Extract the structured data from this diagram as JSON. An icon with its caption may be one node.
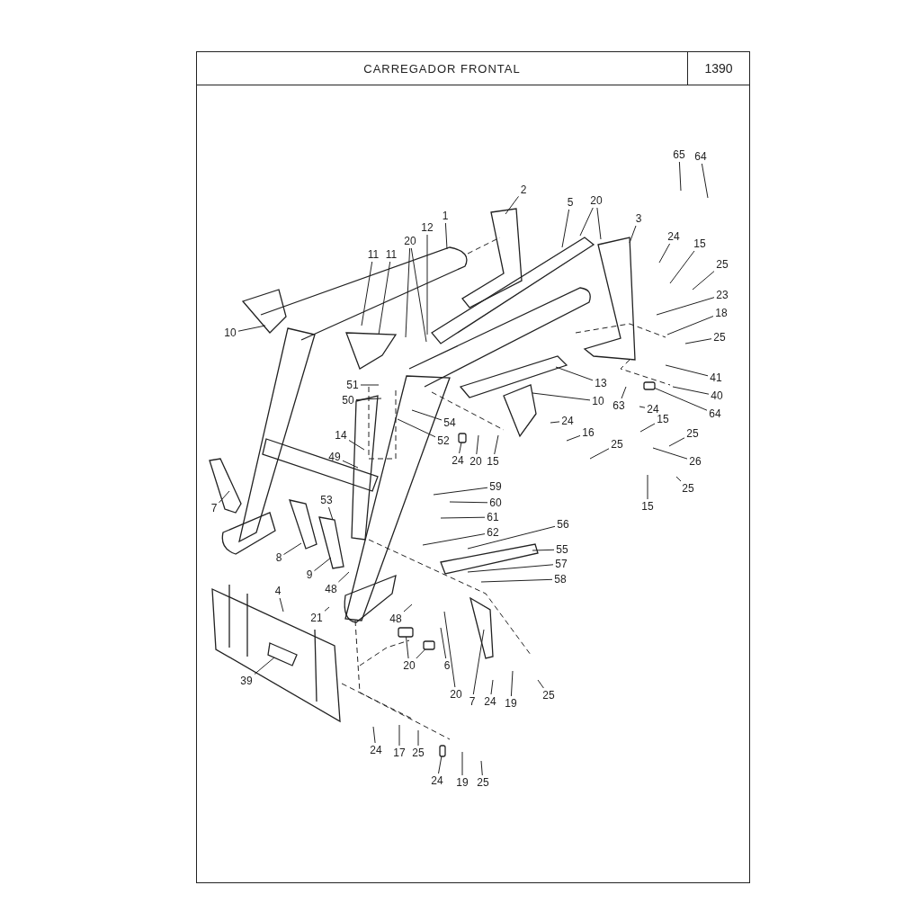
{
  "diagram": {
    "title": "CARREGADOR FRONTAL",
    "nodes": [
      {
        "text": [
          "1"
        ]
      },
      {
        "text": [
          "2"
        ]
      },
      {
        "text": [
          "5"
        ]
      },
      {
        "text": [
          "20"
        ]
      },
      {
        "text": [
          "3"
        ]
      },
      {
        "text": [
          "65"
        ]
      },
      {
        "text": [
          "64"
        ]
      },
      {
        "text": [
          "24"
        ]
      },
      {
        "text": [
          "15"
        ]
      },
      {
        "text": [
          "25"
        ]
      },
      {
        "text": [
          "23"
        ]
      },
      {
        "text": [
          "18"
        ]
      },
      {
        "text": [
          "25"
        ]
      },
      {
        "text": [
          "41"
        ]
      },
      {
        "text": [
          "40"
        ]
      },
      {
        "text": [
          "64"
        ]
      },
      {
        "text": [
          "63"
        ]
      },
      {
        "text": [
          "24"
        ]
      },
      {
        "text": [
          "10"
        ]
      },
      {
        "text": [
          "13"
        ]
      },
      {
        "text": [
          "15"
        ]
      },
      {
        "text": [
          "25"
        ]
      },
      {
        "text": [
          "26"
        ]
      },
      {
        "text": [
          "25"
        ]
      },
      {
        "text": [
          "15"
        ]
      },
      {
        "text": [
          "24"
        ]
      },
      {
        "text": [
          "16"
        ]
      },
      {
        "text": [
          "25"
        ]
      },
      {
        "text": [
          "12"
        ]
      },
      {
        "text": [
          "20"
        ]
      },
      {
        "text": [
          "11"
        ]
      },
      {
        "text": [
          "11"
        ]
      },
      {
        "text": [
          "10"
        ]
      },
      {
        "text": [
          "51"
        ]
      },
      {
        "text": [
          "50"
        ]
      },
      {
        "text": [
          "54"
        ]
      },
      {
        "text": [
          "52"
        ]
      },
      {
        "text": [
          "14"
        ]
      },
      {
        "text": [
          "24"
        ]
      },
      {
        "text": [
          "20"
        ]
      },
      {
        "text": [
          "15"
        ]
      },
      {
        "text": [
          "49"
        ]
      },
      {
        "text": [
          "59"
        ]
      },
      {
        "text": [
          "60"
        ]
      },
      {
        "text": [
          "61"
        ]
      },
      {
        "text": [
          "7"
        ]
      },
      {
        "text": [
          "53"
        ]
      },
      {
        "text": [
          "62"
        ]
      },
      {
        "text": [
          "56"
        ]
      },
      {
        "text": [
          "55"
        ]
      },
      {
        "text": [
          "57"
        ]
      },
      {
        "text": [
          "58"
        ]
      },
      {
        "text": [
          "8"
        ]
      },
      {
        "text": [
          "9"
        ]
      },
      {
        "text": [
          "48"
        ]
      },
      {
        "text": [
          "4"
        ]
      },
      {
        "text": [
          "21"
        ]
      },
      {
        "text": [
          "48"
        ]
      },
      {
        "text": [
          "6"
        ]
      },
      {
        "text": [
          "20"
        ]
      },
      {
        "text": [
          "20"
        ]
      },
      {
        "text": [
          "7"
        ]
      },
      {
        "text": [
          "24"
        ]
      },
      {
        "text": [
          "19"
        ]
      },
      {
        "text": [
          "25"
        ]
      },
      {
        "text": [
          "39"
        ]
      },
      {
        "text": [
          "24"
        ]
      },
      {
        "text": [
          "17"
        ]
      },
      {
        "text": [
          "25"
        ]
      },
      {
        "text": [
          "24"
        ]
      },
      {
        "text": [
          "19"
        ]
      },
      {
        "text": [
          "25"
        ]
      },
      {
        "text": [],
        "shape": "bar"
      },
      {
        "text": [],
        "shape": "bar"
      },
      {
        "text": [],
        "shape": "bar"
      },
      {
        "text": [],
        "shape": "bar"
      },
      {
        "text": [],
        "shape": "bar"
      }
    ],
    "edges": [
      {
        "from": 0,
        "to": null,
        "arrow": "none"
      },
      {
        "from": 1,
        "to": null,
        "arrow": "none"
      },
      {
        "from": 2,
        "to": null,
        "arrow": "none"
      },
      {
        "from": 3,
        "to": null,
        "arrow": "none"
      },
      {
        "from": 3,
        "to": null,
        "arrow": "none"
      },
      {
        "from": 4,
        "to": null,
        "arrow": "none"
      },
      {
        "from": 5,
        "to": null,
        "arrow": "none"
      },
      {
        "from": 6,
        "to": null,
        "arrow": "none"
      },
      {
        "from": 7,
        "to": null,
        "arrow": "none"
      },
      {
        "from": 8,
        "to": null,
        "arrow": "none"
      },
      {
        "from": 9,
        "to": null,
        "arrow": "none"
      },
      {
        "from": 10,
        "to": null,
        "arrow": "none"
      },
      {
        "from": 11,
        "to": null,
        "arrow": "none"
      },
      {
        "from": 12,
        "to": null,
        "arrow": "none"
      },
      {
        "from": 13,
        "to": null,
        "arrow": "none"
      },
      {
        "from": 14,
        "to": null,
        "arrow": "none"
      },
      {
        "from": 15,
        "to": 72,
        "arrow": "none"
      },
      {
        "from": 16,
        "to": null,
        "arrow": "none"
      },
      {
        "from": 17,
        "to": null,
        "arrow": "none"
      },
      {
        "from": 18,
        "to": null,
        "arrow": "none"
      },
      {
        "from": 19,
        "to": null,
        "arrow": "none"
      },
      {
        "from": 20,
        "to": null,
        "arrow": "none"
      },
      {
        "from": 21,
        "to": null,
        "arrow": "none"
      },
      {
        "from": 22,
        "to": null,
        "arrow": "none"
      },
      {
        "from": 23,
        "to": null,
        "arrow": "none"
      },
      {
        "from": 24,
        "to": null,
        "arrow": "none"
      },
      {
        "from": 25,
        "to": null,
        "arrow": "none"
      },
      {
        "from": 26,
        "to": null,
        "arrow": "none"
      },
      {
        "from": 27,
        "to": null,
        "arrow": "none"
      },
      {
        "from": 28,
        "to": null,
        "arrow": "none"
      },
      {
        "from": 29,
        "to": null,
        "arrow": "none"
      },
      {
        "from": 29,
        "to": null,
        "arrow": "none"
      },
      {
        "from": 30,
        "to": null,
        "arrow": "none"
      },
      {
        "from": 31,
        "to": null,
        "arrow": "none"
      },
      {
        "from": 32,
        "to": null,
        "arrow": "none"
      },
      {
        "from": 33,
        "to": null,
        "arrow": "none"
      },
      {
        "from": 34,
        "to": null,
        "arrow": "none"
      },
      {
        "from": 35,
        "to": null,
        "arrow": "none"
      },
      {
        "from": 36,
        "to": null,
        "arrow": "none"
      },
      {
        "from": 37,
        "to": null,
        "arrow": "none"
      },
      {
        "from": 38,
        "to": 73,
        "arrow": "none"
      },
      {
        "from": 39,
        "to": null,
        "arrow": "none"
      },
      {
        "from": 40,
        "to": null,
        "arrow": "none"
      },
      {
        "from": 41,
        "to": null,
        "arrow": "none"
      },
      {
        "from": 42,
        "to": null,
        "arrow": "none"
      },
      {
        "from": 43,
        "to": null,
        "arrow": "none"
      },
      {
        "from": 44,
        "to": null,
        "arrow": "none"
      },
      {
        "from": 45,
        "to": null,
        "arrow": "none"
      },
      {
        "from": 46,
        "to": null,
        "arrow": "none"
      },
      {
        "from": 47,
        "to": null,
        "arrow": "none"
      },
      {
        "from": 48,
        "to": null,
        "arrow": "none"
      },
      {
        "from": 49,
        "to": null,
        "arrow": "none"
      },
      {
        "from": 50,
        "to": null,
        "arrow": "none"
      },
      {
        "from": 51,
        "to": null,
        "arrow": "none"
      },
      {
        "from": 52,
        "to": null,
        "arrow": "none"
      },
      {
        "from": 53,
        "to": null,
        "arrow": "none"
      },
      {
        "from": 54,
        "to": null,
        "arrow": "none"
      },
      {
        "from": 55,
        "to": null,
        "arrow": "none"
      },
      {
        "from": 56,
        "to": null,
        "arrow": "none"
      },
      {
        "from": 57,
        "to": null,
        "arrow": "none"
      },
      {
        "from": 58,
        "to": null,
        "arrow": "none"
      },
      {
        "from": 59,
        "to": 74,
        "arrow": "none"
      },
      {
        "from": 59,
        "to": 75,
        "arrow": "none"
      },
      {
        "from": 60,
        "to": null,
        "arrow": "none"
      },
      {
        "from": 61,
        "to": null,
        "arrow": "none"
      },
      {
        "from": 62,
        "to": null,
        "arrow": "none"
      },
      {
        "from": 63,
        "to": null,
        "arrow": "none"
      },
      {
        "from": 64,
        "to": null,
        "arrow": "none"
      },
      {
        "from": 65,
        "to": null,
        "arrow": "none"
      },
      {
        "from": 66,
        "to": null,
        "arrow": "none"
      },
      {
        "from": 67,
        "to": null,
        "arrow": "none"
      },
      {
        "from": 68,
        "to": null,
        "arrow": "none"
      },
      {
        "from": 69,
        "to": 76,
        "arrow": "none"
      },
      {
        "from": 70,
        "to": null,
        "arrow": "none"
      },
      {
        "from": 71,
        "to": null,
        "arrow": "none"
      }
    ],
    "labels": [
      "1390"
    ]
  }
}
